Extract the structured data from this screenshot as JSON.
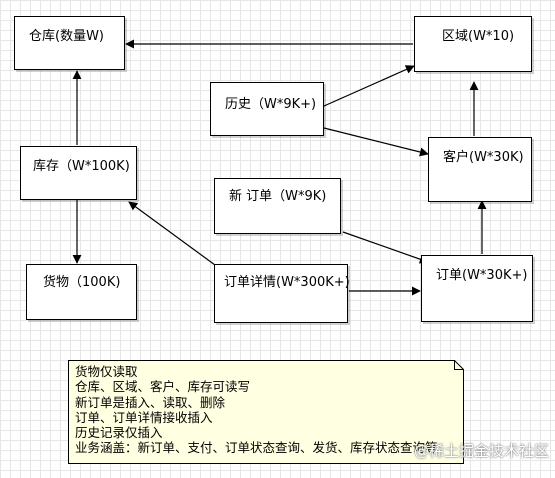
{
  "nodes": {
    "warehouse": "仓库(数量W)",
    "region": "区域(W*10)",
    "history": "历史（W*9K+)",
    "inventory": "库存（W*100K)",
    "customer": "客户(W*30K)",
    "new_order": "新 订单（W*9K)",
    "goods": "货物（100K)",
    "order_detail": "订单详情(W*300K+)",
    "order": "订单(W*30K+)"
  },
  "note": {
    "lines": [
      "货物仅读取",
      "仓库、区域、客户、库存可读写",
      "新订单是插入、读取、删除",
      "订单、订单详情接收插入",
      "历史记录仅插入",
      "业务涵盖：新订单、支付、订单状态查询、发货、库存状态查询等"
    ]
  },
  "watermark": "@稀土掘金技术社区"
}
